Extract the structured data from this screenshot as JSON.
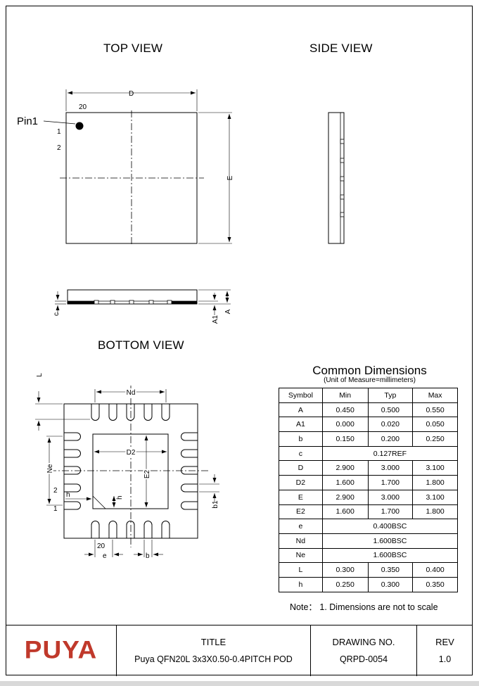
{
  "views": {
    "top": "TOP VIEW",
    "side": "SIDE VIEW",
    "bottom": "BOTTOM VIEW"
  },
  "top_view_labels": {
    "d": "D",
    "e": "E",
    "pin20": "20",
    "pin1_label": "Pin1",
    "pin1": "1",
    "pin2": "2"
  },
  "profile_labels": {
    "c": "c",
    "a1": "A1",
    "a": "A"
  },
  "bottom_view_labels": {
    "l": "L",
    "nd": "Nd",
    "ne": "Ne",
    "d2": "D2",
    "e2": "E2",
    "h1": "h",
    "h2": "h",
    "b1": "b1",
    "pin1": "1",
    "pin2": "2",
    "pin20": "20",
    "e": "e",
    "b": "b"
  },
  "dimensions": {
    "title": "Common Dimensions",
    "subtitle": "(Unit of Measure=millimeters)",
    "headers": [
      "Symbol",
      "Min",
      "Typ",
      "Max"
    ],
    "rows": [
      {
        "symbol": "A",
        "min": "0.450",
        "typ": "0.500",
        "max": "0.550"
      },
      {
        "symbol": "A1",
        "min": "0.000",
        "typ": "0.020",
        "max": "0.050"
      },
      {
        "symbol": "b",
        "min": "0.150",
        "typ": "0.200",
        "max": "0.250"
      },
      {
        "symbol": "c",
        "value": "0.127REF"
      },
      {
        "symbol": "D",
        "min": "2.900",
        "typ": "3.000",
        "max": "3.100"
      },
      {
        "symbol": "D2",
        "min": "1.600",
        "typ": "1.700",
        "max": "1.800"
      },
      {
        "symbol": "E",
        "min": "2.900",
        "typ": "3.000",
        "max": "3.100"
      },
      {
        "symbol": "E2",
        "min": "1.600",
        "typ": "1.700",
        "max": "1.800"
      },
      {
        "symbol": "e",
        "value": "0.400BSC"
      },
      {
        "symbol": "Nd",
        "value": "1.600BSC"
      },
      {
        "symbol": "Ne",
        "value": "1.600BSC"
      },
      {
        "symbol": "L",
        "min": "0.300",
        "typ": "0.350",
        "max": "0.400"
      },
      {
        "symbol": "h",
        "min": "0.250",
        "typ": "0.300",
        "max": "0.350"
      }
    ]
  },
  "note": "Note： 1. Dimensions are not to scale",
  "title_block": {
    "logo": "PUYA",
    "logo_color": "#c0392b",
    "title_label": "TITLE",
    "title_value": "Puya QFN20L 3x3X0.50-0.4PITCH POD",
    "drawing_label": "DRAWING NO.",
    "drawing_value": "QRPD-0054",
    "rev_label": "REV",
    "rev_value": "1.0"
  }
}
